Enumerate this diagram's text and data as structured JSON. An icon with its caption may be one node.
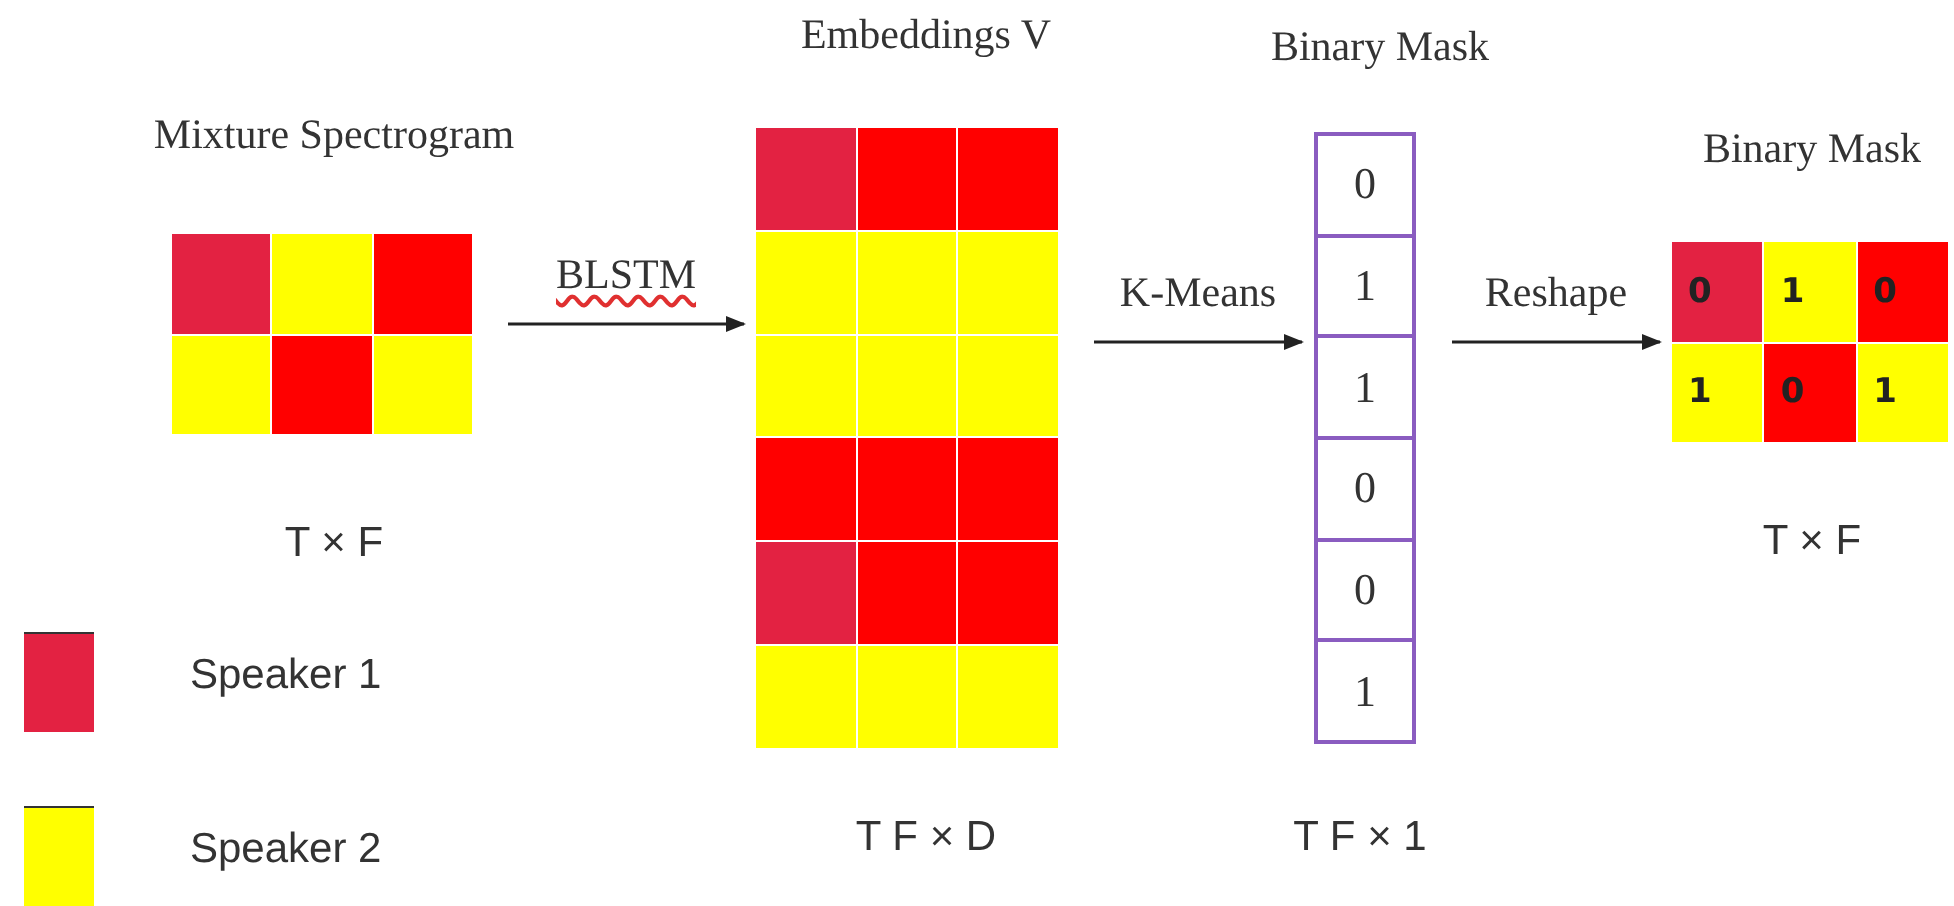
{
  "diagram": {
    "nodes": [
      {
        "text": [
          "Mixture Spectrogram"
        ],
        "beside": [
          "T × F"
        ]
      },
      {
        "text": [
          "Embeddings V"
        ],
        "beside": [
          "T F × D"
        ]
      },
      {
        "text": [
          "Binary Mask"
        ],
        "beside": [
          "T F × 1"
        ]
      },
      {
        "text": [
          "0"
        ],
        "in": 2
      },
      {
        "text": [
          "1"
        ],
        "in": 2
      },
      {
        "text": [
          "1"
        ],
        "in": 2
      },
      {
        "text": [
          "0"
        ],
        "in": 2
      },
      {
        "text": [
          "0"
        ],
        "in": 2
      },
      {
        "text": [
          "1"
        ],
        "in": 2
      },
      {
        "text": [
          "Binary Mask"
        ],
        "beside": [
          "T ×  F"
        ]
      },
      {
        "text": [
          "0"
        ],
        "in": 9
      },
      {
        "text": [
          "1"
        ],
        "in": 9
      },
      {
        "text": [
          "0"
        ],
        "in": 9
      },
      {
        "text": [
          "1"
        ],
        "in": 9
      },
      {
        "text": [
          "0"
        ],
        "in": 9
      },
      {
        "text": [
          "1"
        ],
        "in": 9
      }
    ],
    "edges": [
      {
        "from": 0,
        "to": 1,
        "arrow": "to",
        "label": "BLSTM"
      },
      {
        "from": 1,
        "to": 2,
        "arrow": "to",
        "label": "K-Means"
      },
      {
        "from": 2,
        "to": 9,
        "arrow": "to",
        "label": "Reshape"
      }
    ],
    "legend": [
      {
        "text": "Speaker 1",
        "color": "#e32242"
      },
      {
        "text": "Speaker 2",
        "color": "#ffff00"
      }
    ]
  }
}
